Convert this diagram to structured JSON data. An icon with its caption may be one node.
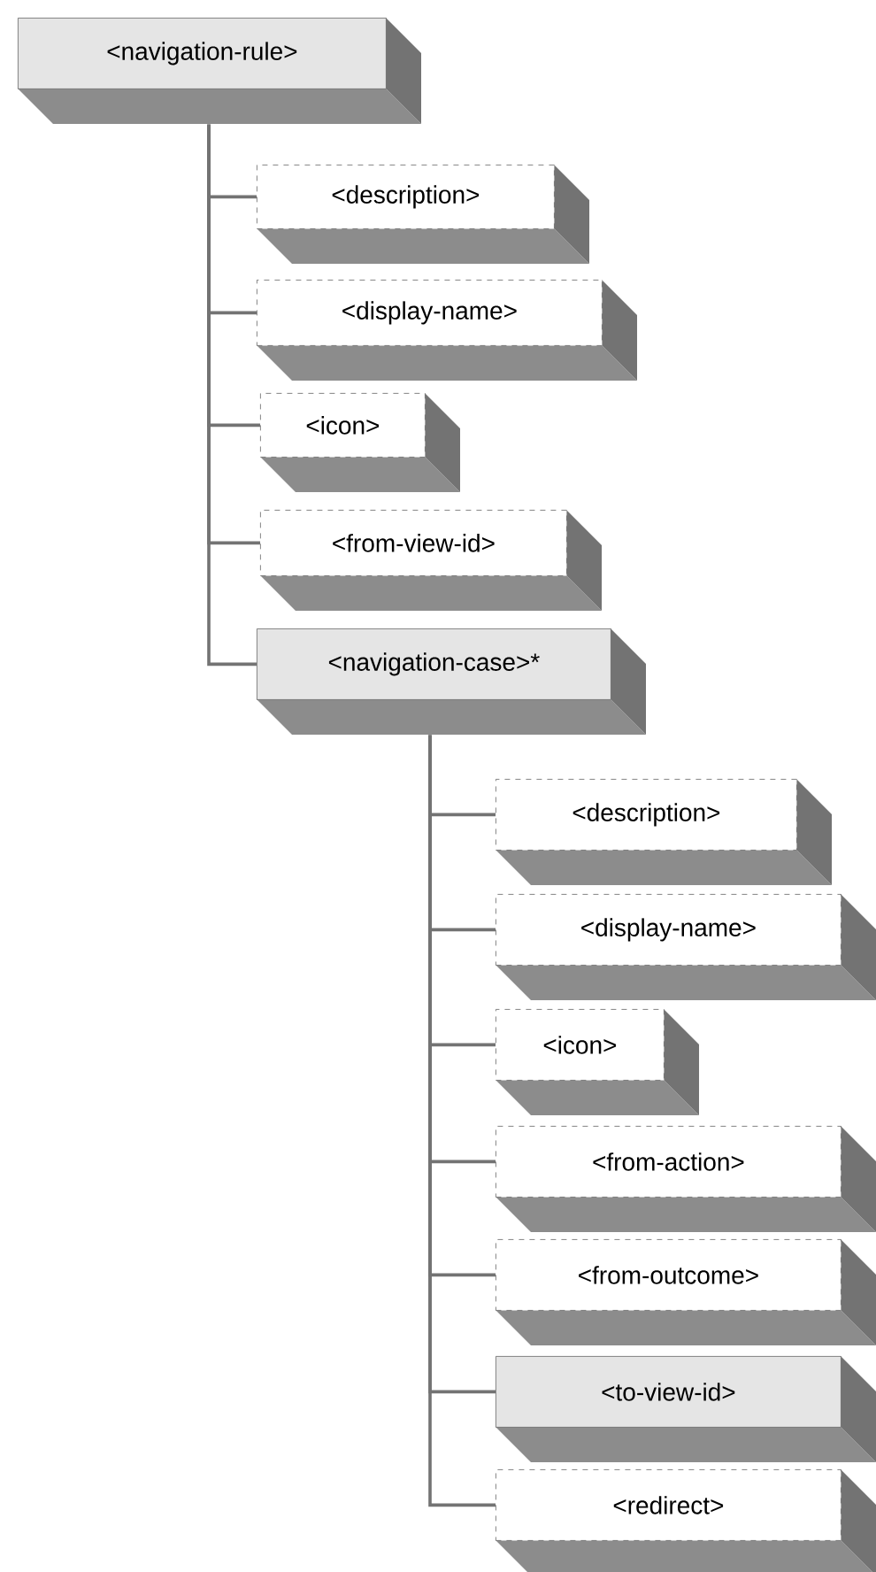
{
  "diagram": {
    "nodes": [
      {
        "text": [
          "<navigation-rule>"
        ]
      },
      {
        "text": [
          "<description>"
        ]
      },
      {
        "text": [
          "<display-name>"
        ]
      },
      {
        "text": [
          "<icon>"
        ]
      },
      {
        "text": [
          "<from-view-id>"
        ]
      },
      {
        "text": [
          "<navigation-case>*"
        ]
      },
      {
        "text": [
          "<description>"
        ]
      },
      {
        "text": [
          "<display-name>"
        ]
      },
      {
        "text": [
          "<icon>"
        ]
      },
      {
        "text": [
          "<from-action>"
        ]
      },
      {
        "text": [
          "<from-outcome>"
        ]
      },
      {
        "text": [
          "<to-view-id>"
        ]
      },
      {
        "text": [
          "<redirect>"
        ]
      }
    ],
    "edges": [
      {
        "from": 0,
        "to": 1,
        "arrow": "none"
      },
      {
        "from": 0,
        "to": 2,
        "arrow": "none"
      },
      {
        "from": 0,
        "to": 3,
        "arrow": "none"
      },
      {
        "from": 0,
        "to": 4,
        "arrow": "none"
      },
      {
        "from": 0,
        "to": 5,
        "arrow": "none"
      },
      {
        "from": 5,
        "to": 6,
        "arrow": "none"
      },
      {
        "from": 5,
        "to": 7,
        "arrow": "none"
      },
      {
        "from": 5,
        "to": 8,
        "arrow": "none"
      },
      {
        "from": 5,
        "to": 9,
        "arrow": "none"
      },
      {
        "from": 5,
        "to": 10,
        "arrow": "none"
      },
      {
        "from": 5,
        "to": 11,
        "arrow": "none"
      },
      {
        "from": 5,
        "to": 12,
        "arrow": "none"
      }
    ]
  }
}
